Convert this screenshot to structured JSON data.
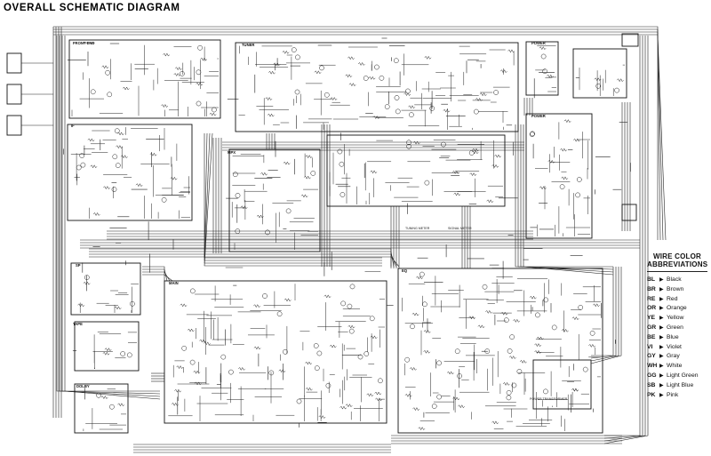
{
  "title": "OVERALL SCHEMATIC DIAGRAM",
  "legend": {
    "heading_line1": "WIRE COLOR",
    "heading_line2": "ABBREVIATIONS",
    "entries": [
      {
        "code": "BL",
        "name": "Black"
      },
      {
        "code": "BR",
        "name": "Brown"
      },
      {
        "code": "RE",
        "name": "Red"
      },
      {
        "code": "OR",
        "name": "Orange"
      },
      {
        "code": "YE",
        "name": "Yellow"
      },
      {
        "code": "GR",
        "name": "Green"
      },
      {
        "code": "BE",
        "name": "Blue"
      },
      {
        "code": "VI",
        "name": "Violet"
      },
      {
        "code": "GY",
        "name": "Gray"
      },
      {
        "code": "WH",
        "name": "White"
      },
      {
        "code": "GG",
        "name": "Light Green"
      },
      {
        "code": "SB",
        "name": "Light Blue"
      },
      {
        "code": "PK",
        "name": "Pink"
      }
    ]
  },
  "blocks": {
    "front_end": "FRONT END",
    "if_block": "IF",
    "power_ind": "POWER",
    "tuner": "TUNER",
    "main": "MAIN",
    "equalizer": "EQ",
    "sp": "SP",
    "tape": "TAPE",
    "dolby": "DOLBY",
    "multiplex": "MPX",
    "power_supply": "POWER"
  },
  "notes": {
    "tuning_meter": "TUNING METER",
    "signal_meter": "SIGNAL METER",
    "power_transformer": "POWER TRANSFORMER"
  }
}
